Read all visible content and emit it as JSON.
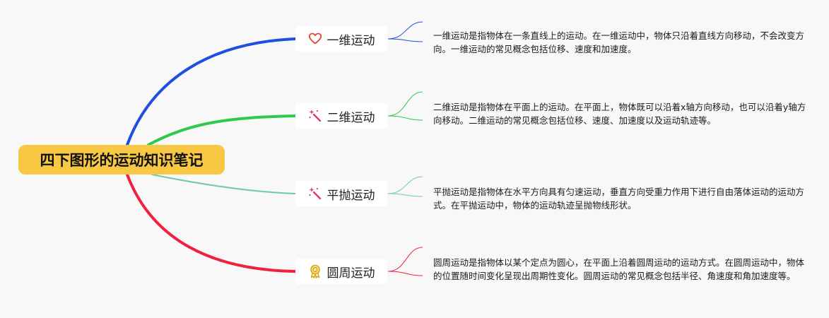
{
  "root": {
    "label": "四下图形的运动知识笔记",
    "color": "#f8c744"
  },
  "branches": [
    {
      "label": "一维运动",
      "icon": "heart-icon",
      "color": "#1f4fe0",
      "note": "一维运动是指物体在一条直线上的运动。在一维运动中，物体只沿着直线方向移动，不会改变方向。一维运动的常见概念包括位移、速度和加速度。"
    },
    {
      "label": "二维运动",
      "icon": "sparkle-wand-icon",
      "color": "#2fc94f",
      "note": "二维运动是指物体在平面上的运动。在平面上，物体既可以沿着x轴方向移动，也可以沿着y轴方向移动。二维运动的常见概念包括位移、速度、加速度以及运动轨迹等。"
    },
    {
      "label": "平抛运动",
      "icon": "sparkle-wand-icon",
      "color": "#6fc8b4",
      "note": "平抛运动是指物体在水平方向具有匀速运动，垂直方向受重力作用下进行自由落体运动的运动方式。在平抛运动中，物体的运动轨迹呈抛物线形状。"
    },
    {
      "label": "圆周运动",
      "icon": "award-medal-icon",
      "color": "#f0213f",
      "note": "圆周运动是指物体以某个定点为圆心，在平面上沿着圆周运动的运动方式。在圆周运动中，物体的位置随时间变化呈现出周期性变化。圆周运动的常见概念包括半径、角速度和角加速度等。"
    }
  ]
}
